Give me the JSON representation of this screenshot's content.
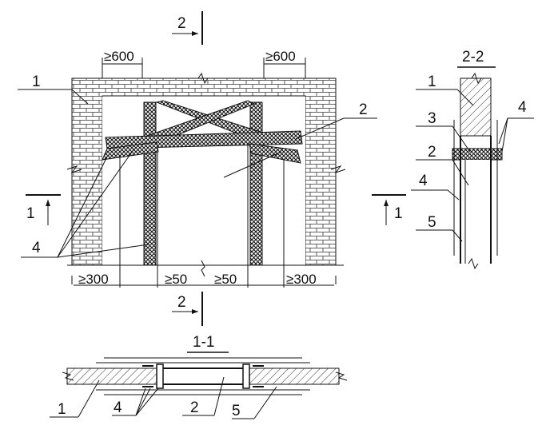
{
  "views": {
    "elevation": {
      "dims_top": [
        "≥600",
        "≥600"
      ],
      "dims_bottom": [
        "≥300",
        "≥50",
        "≥50",
        "≥300"
      ],
      "section_mark": "2",
      "section_mark_2": "1",
      "labels": [
        "1",
        "2",
        "4"
      ]
    },
    "section_2_2": {
      "title": "2-2",
      "labels": [
        "1",
        "3",
        "4",
        "2",
        "4",
        "5"
      ]
    },
    "section_1_1": {
      "title": "1-1",
      "labels": [
        "1",
        "4",
        "2",
        "5"
      ]
    }
  },
  "colors": {
    "line": "#111111",
    "background": "#ffffff"
  }
}
